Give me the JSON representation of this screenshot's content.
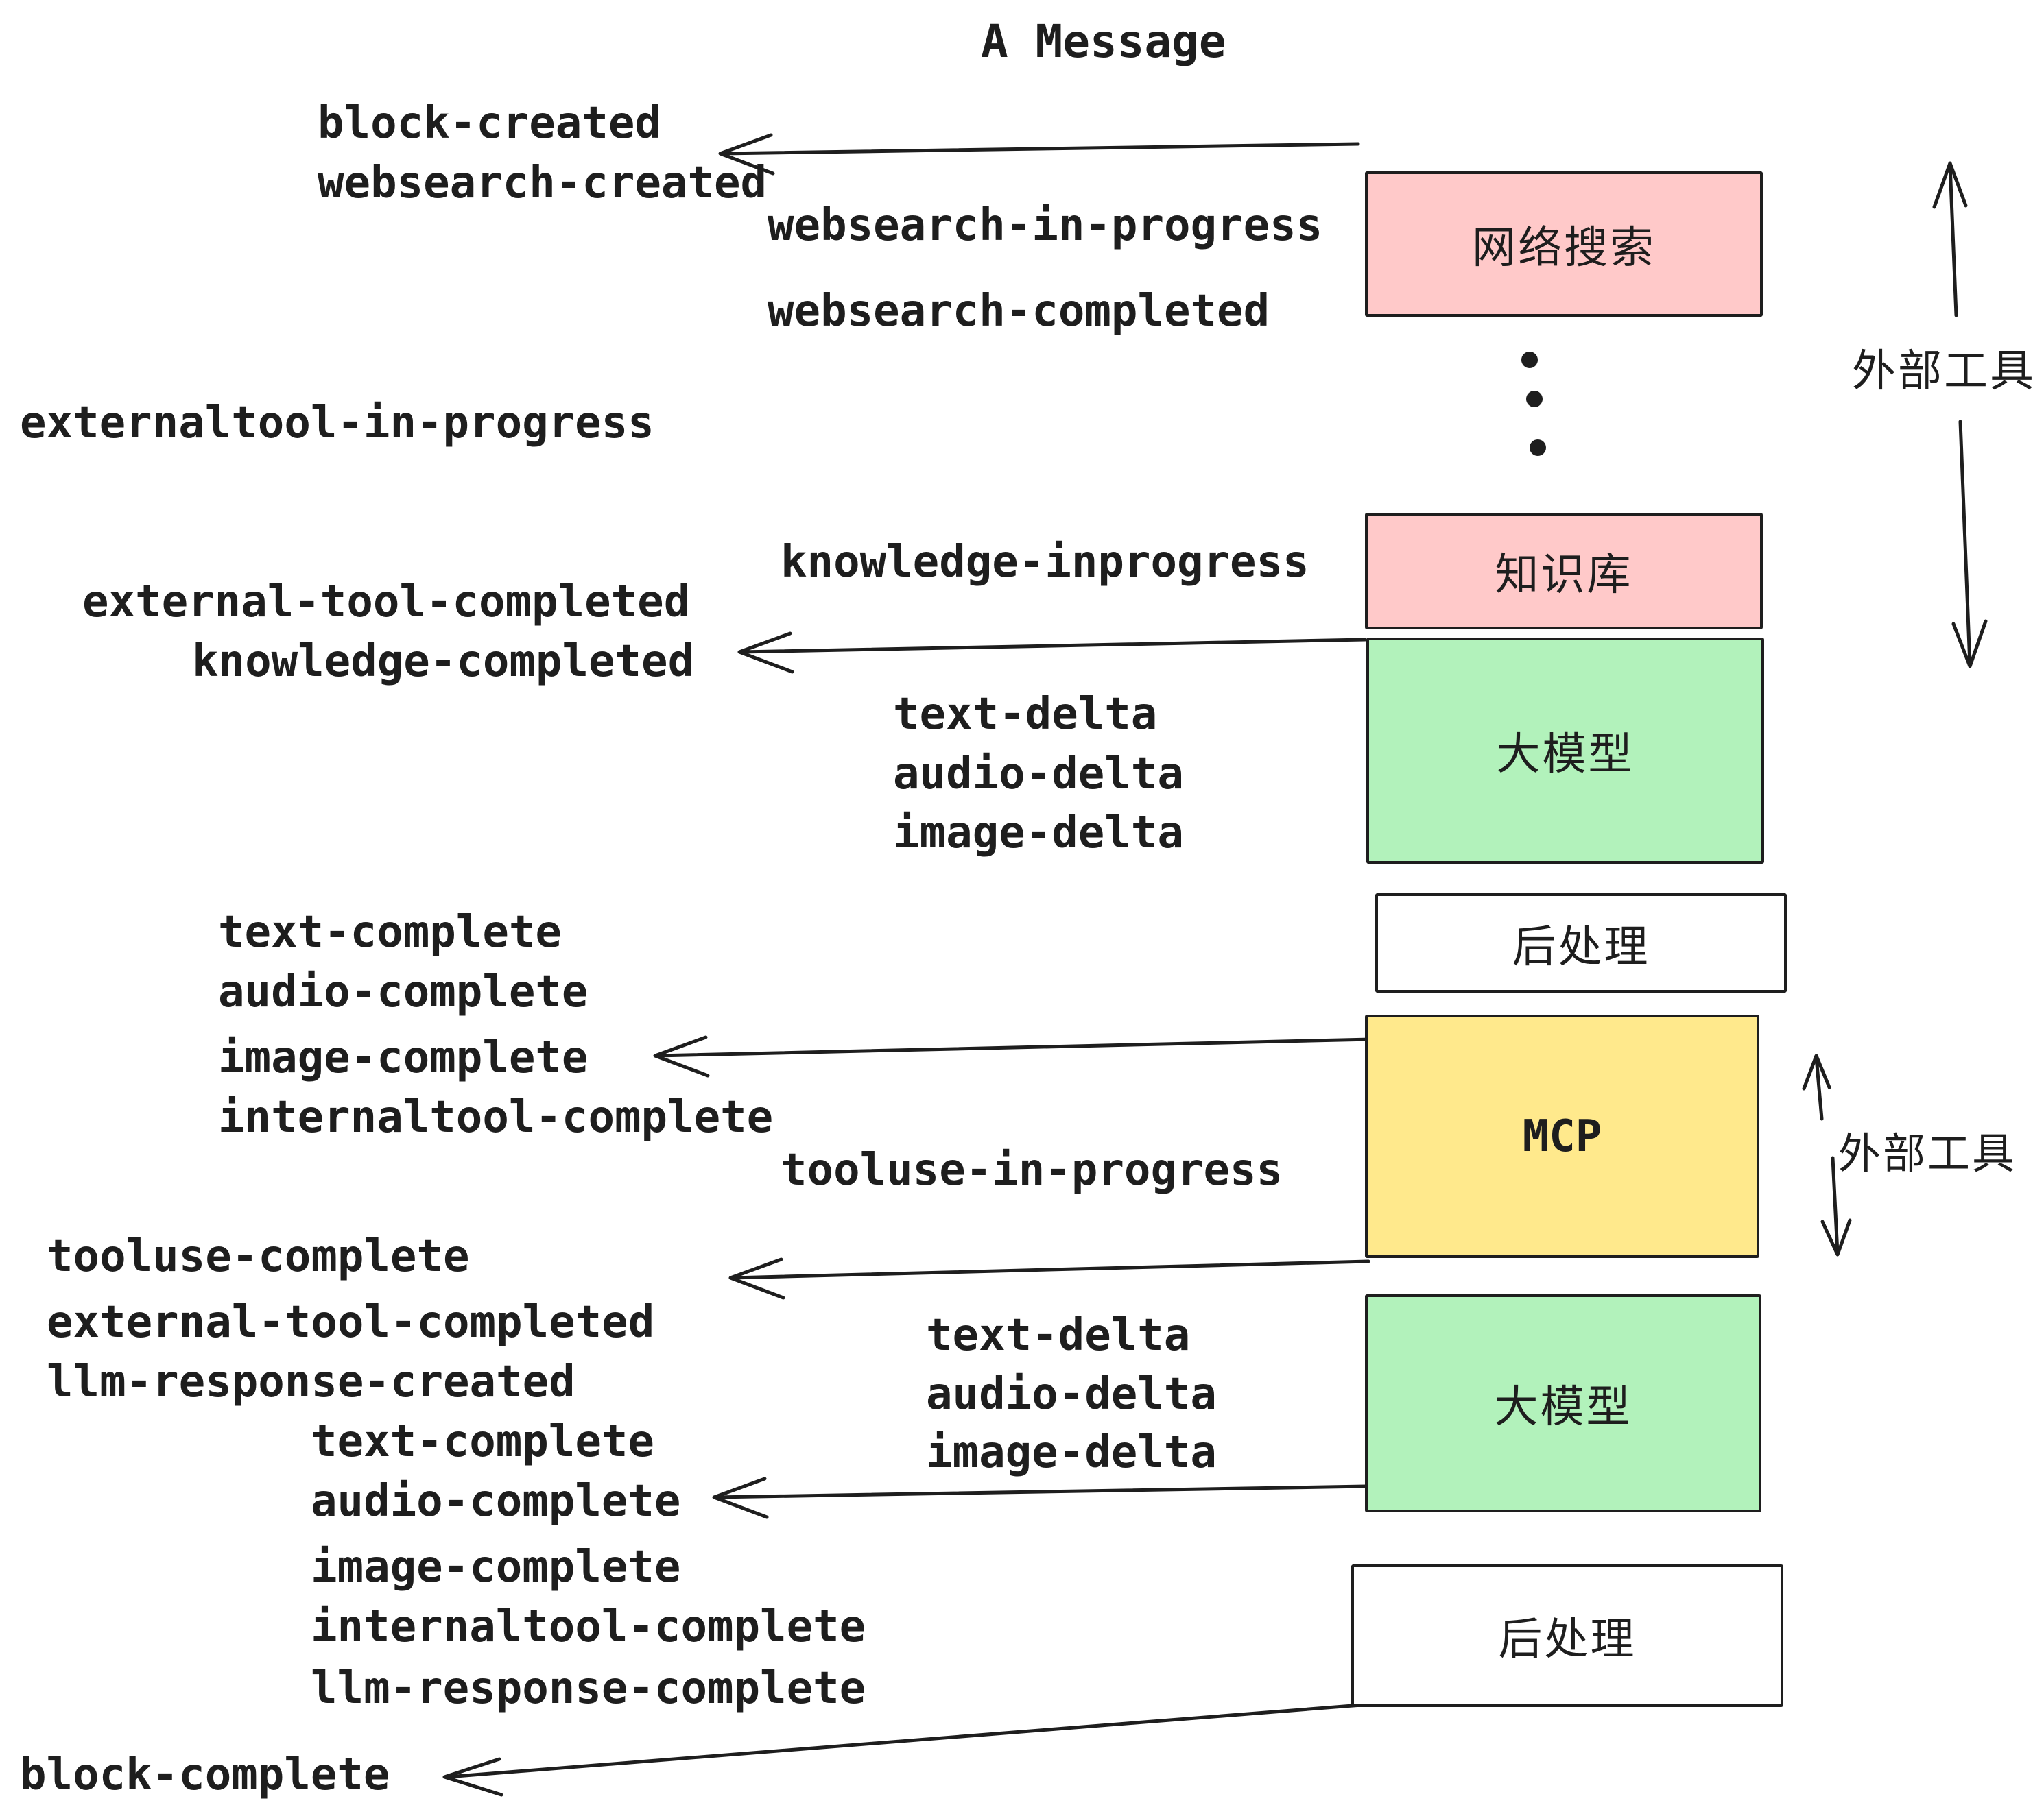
{
  "title": "A Message",
  "colors": {
    "stroke": "#1e1e1e",
    "pink_fill": "#ffc9c9",
    "green_fill": "#b2f2bb",
    "yellow_fill": "#ffe98c",
    "white_fill": "#ffffff"
  },
  "boxes": [
    {
      "label": "网络搜索",
      "type": "pink"
    },
    {
      "label": "知识库",
      "type": "pink"
    },
    {
      "label": "大模型",
      "type": "green"
    },
    {
      "label": "后处理",
      "type": "white"
    },
    {
      "label": "MCP",
      "type": "yellow"
    },
    {
      "label": "大模型",
      "type": "green"
    },
    {
      "label": "后处理",
      "type": "white"
    }
  ],
  "side_annotations": [
    "外部工具",
    "外部工具"
  ],
  "events": {
    "block_created": "block-created",
    "websearch_created": "websearch-created",
    "websearch_in_progress": "websearch-in-progress",
    "websearch_completed": "websearch-completed",
    "externaltool_in_progress": "externaltool-in-progress",
    "knowledge_inprogress": "knowledge-inprogress",
    "external_tool_completed_1": "external-tool-completed",
    "knowledge_completed": "knowledge-completed",
    "deltas1": [
      "text-delta",
      "audio-delta",
      "image-delta"
    ],
    "completes1": [
      "text-complete",
      "audio-complete",
      "image-complete",
      "internaltool-complete"
    ],
    "tooluse_in_progress": "tooluse-in-progress",
    "tooluse_complete": "tooluse-complete",
    "external_tool_completed_2": "external-tool-completed",
    "llm_response_created": "llm-response-created",
    "deltas2": [
      "text-delta",
      "audio-delta",
      "image-delta"
    ],
    "completes2": [
      "text-complete",
      "audio-complete",
      "image-complete",
      "internaltool-complete",
      "llm-response-complete"
    ],
    "block_complete": "block-complete"
  }
}
